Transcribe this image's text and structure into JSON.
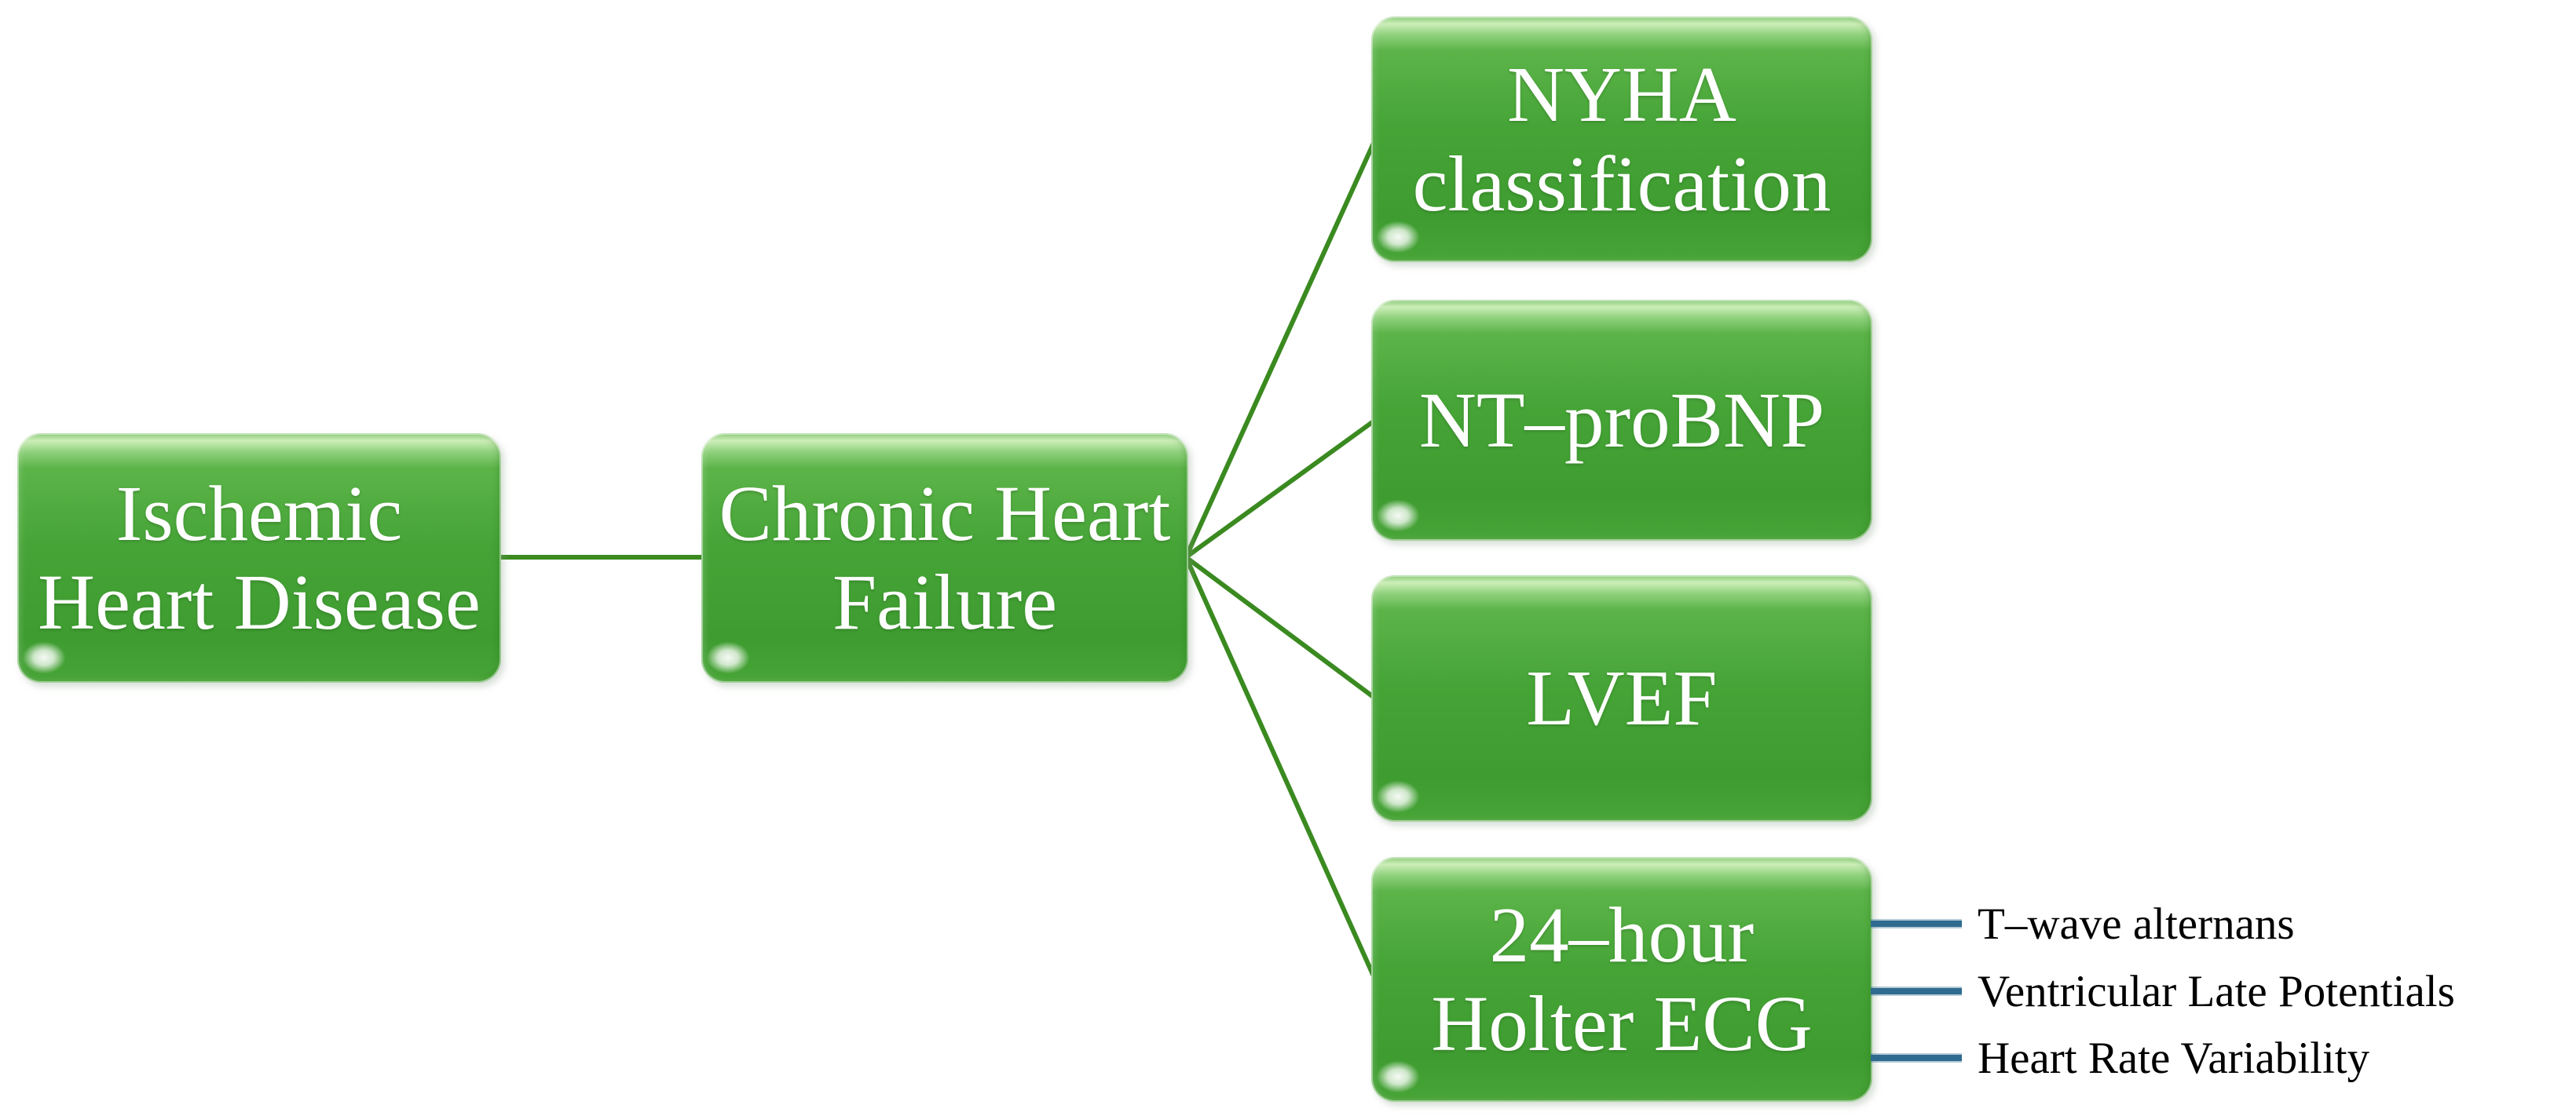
{
  "palette": {
    "background": "#ffffff",
    "box_green_top": "#8fd17c",
    "box_green_light": "#cdeeb9",
    "box_green": "#46a437",
    "box_green_dark": "#3e9c30",
    "connector_green": "#3a8a20",
    "legend_line_blue": "#2e6b8f",
    "box_text": "#ffffff",
    "label_text": "#000000"
  },
  "diagram": {
    "root_node": {
      "label_lines": [
        "Ischemic",
        "Heart Disease"
      ]
    },
    "hub_node": {
      "label_lines": [
        "Chronic Heart",
        "Failure"
      ]
    },
    "assessment_nodes": [
      {
        "label_lines": [
          "NYHA",
          "classification"
        ]
      },
      {
        "label_lines": [
          "NT–proBNP"
        ]
      },
      {
        "label_lines": [
          "LVEF"
        ]
      },
      {
        "label_lines": [
          "24–hour",
          "Holter ECG"
        ]
      }
    ],
    "holter_parameters": [
      {
        "label": "T–wave alternans"
      },
      {
        "label": "Ventricular Late Potentials"
      },
      {
        "label": "Heart Rate Variability"
      }
    ]
  }
}
